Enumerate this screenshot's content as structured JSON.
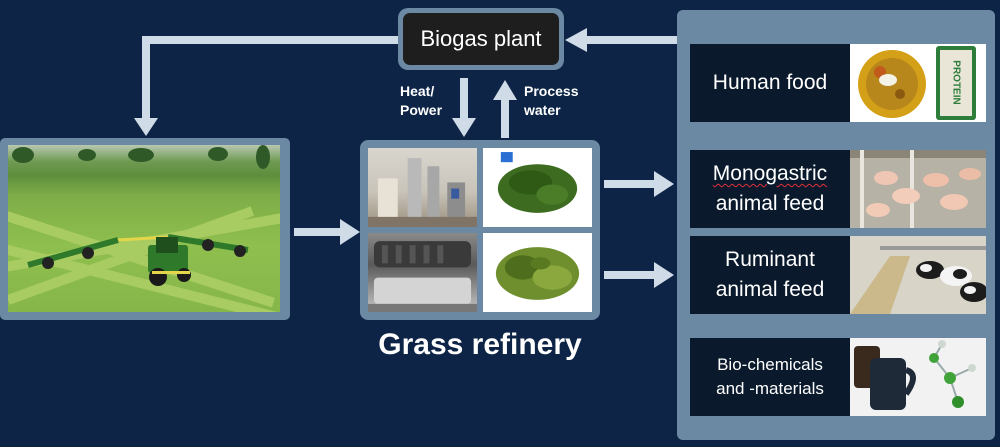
{
  "biogas_plant": {
    "label": "Biogas plant"
  },
  "flows": {
    "heat_power": [
      "Heat/",
      "Power"
    ],
    "process_water": [
      "Process",
      "water"
    ]
  },
  "refinery": {
    "title": "Grass refinery"
  },
  "products": [
    {
      "lines": [
        "Human food"
      ]
    },
    {
      "lines": [
        "Monogastric",
        "animal feed"
      ]
    },
    {
      "lines": [
        "Ruminant",
        "animal feed"
      ]
    },
    {
      "lines": [
        "Bio-chemicals",
        "and -materials"
      ]
    }
  ],
  "protein_bar_text": "PROTEIN",
  "colors": {
    "background": "#0d2446",
    "frame": "#6b89a3",
    "arrow": "#cfdbe6",
    "label_box": "#0a1a2c"
  }
}
